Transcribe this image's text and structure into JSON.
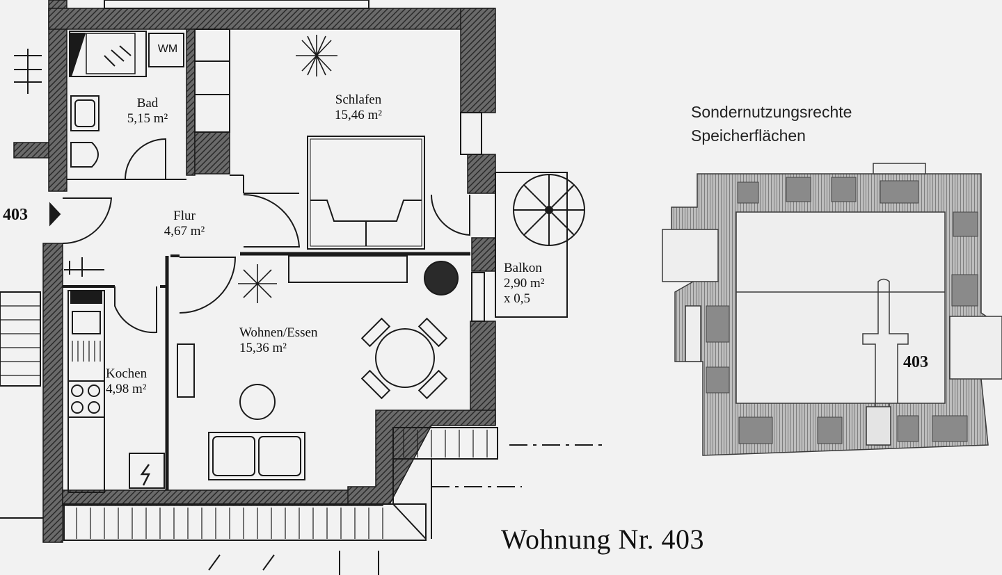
{
  "rooms": {
    "bad": {
      "name": "Bad",
      "area": "5,15 m²"
    },
    "schlafen": {
      "name": "Schlafen",
      "area": "15,46 m²"
    },
    "flur": {
      "name": "Flur",
      "area": "4,67 m²"
    },
    "wohnen": {
      "name": "Wohnen/Essen",
      "area": "15,36 m²"
    },
    "kochen": {
      "name": "Kochen",
      "area": "4,98 m²"
    },
    "balkon": {
      "name": "Balkon",
      "area": "2,90 m²",
      "factor": "x 0,5"
    }
  },
  "fixtures": {
    "washer": "WM"
  },
  "unit_marker": "403",
  "attic": {
    "heading_line1": "Sondernutzungsrechte",
    "heading_line2": "Speicherflächen",
    "unit_label": "403"
  },
  "title": "Wohnung Nr. 403",
  "colors": {
    "paper": "#f2f2f2",
    "ink": "#1a1a1a",
    "wall": "#3a3a3a"
  }
}
